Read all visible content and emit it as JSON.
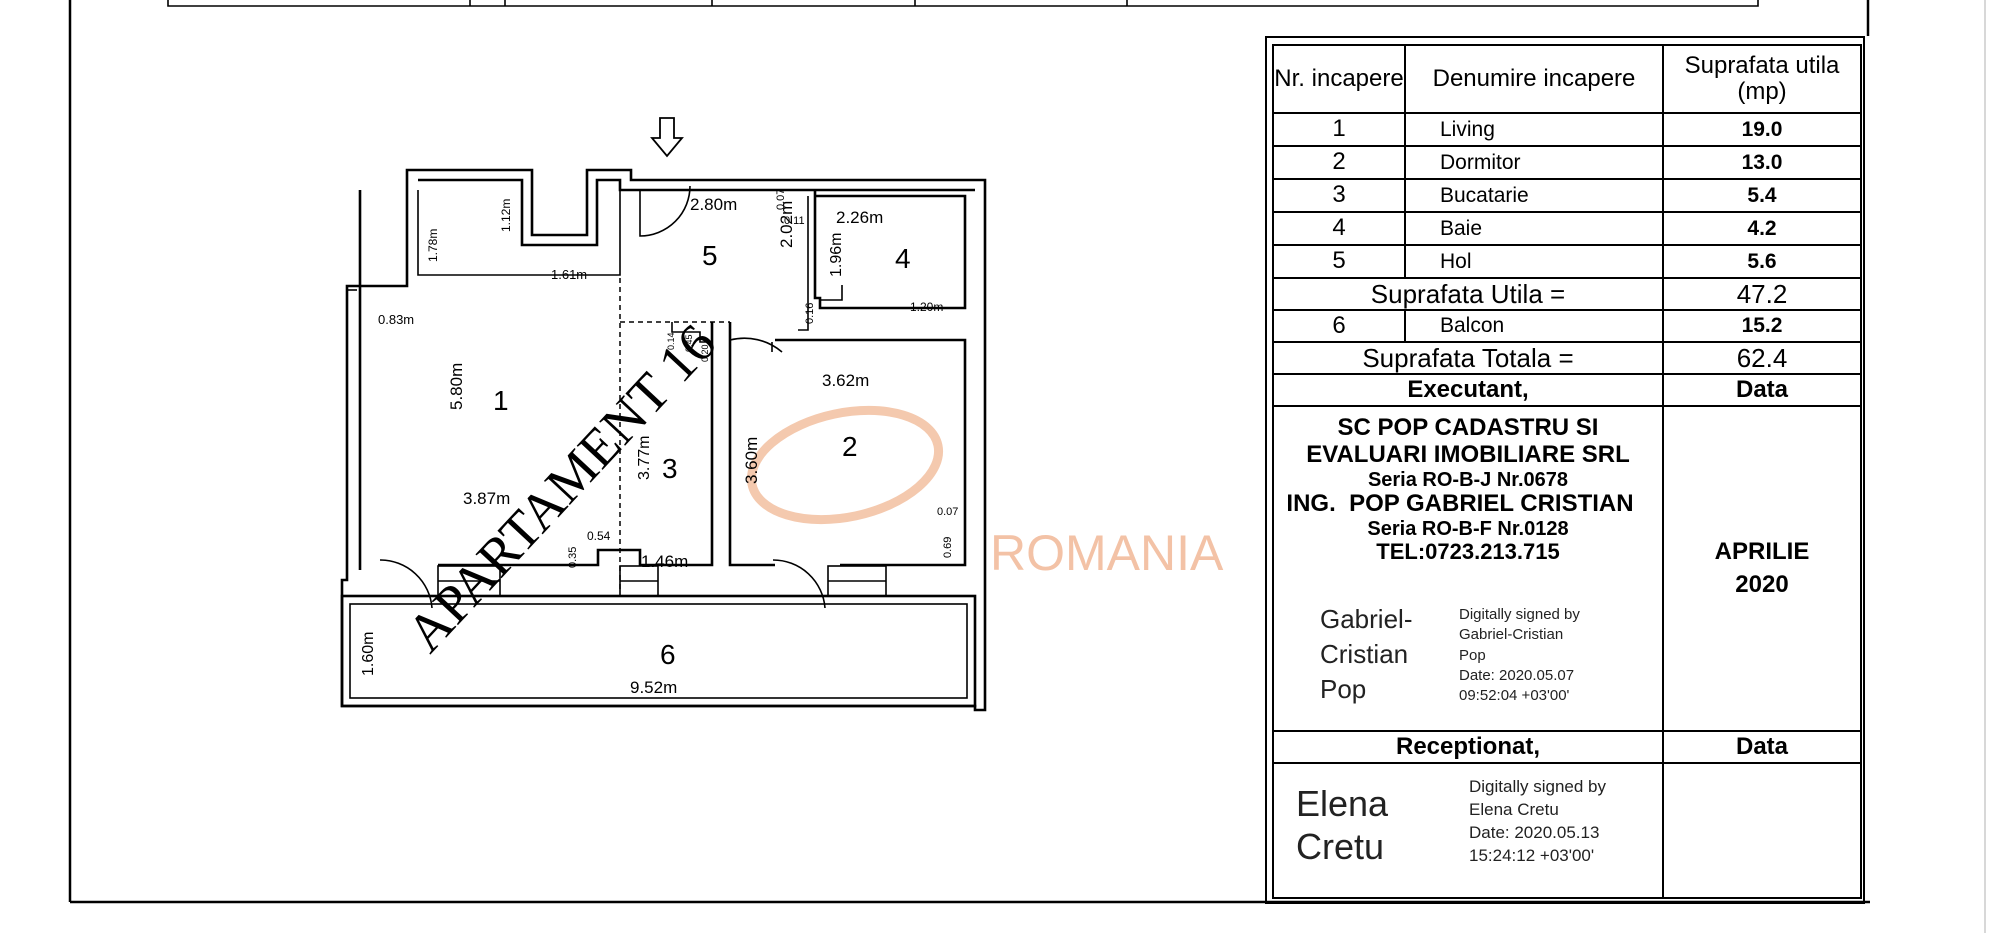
{
  "plan": {
    "apartment_label": "APARTAMENT 16",
    "watermark": "ROMANIA",
    "rooms": [
      {
        "id": "1"
      },
      {
        "id": "2"
      },
      {
        "id": "3"
      },
      {
        "id": "4"
      },
      {
        "id": "5"
      },
      {
        "id": "6"
      }
    ],
    "dimensions": [
      "5.80m",
      "3.87m",
      "1.78m",
      "1.12m",
      "1.61m",
      "0.83m",
      "2.80m",
      "2.02m",
      "0.07",
      "0.11",
      "2.26m",
      "1.96m",
      "0.16",
      "1.20m",
      "3.62m",
      "3.60m",
      "0.07",
      "0.69",
      "3.77m",
      "0.14",
      "0.45",
      "0.20",
      "0.35",
      "0.54",
      "1.46m",
      "1.60m",
      "9.52m"
    ]
  },
  "table": {
    "headers": [
      "Nr. incapere",
      "Denumire incapere",
      "Suprafata utila (mp)"
    ],
    "rows": [
      {
        "nr": "1",
        "name": "Living",
        "area": "19.0"
      },
      {
        "nr": "2",
        "name": "Dormitor",
        "area": "13.0"
      },
      {
        "nr": "3",
        "name": "Bucatarie",
        "area": "5.4"
      },
      {
        "nr": "4",
        "name": "Baie",
        "area": "4.2"
      },
      {
        "nr": "5",
        "name": "Hol",
        "area": "5.6"
      }
    ],
    "utila_label": "Suprafata Utila =",
    "utila_value": "47.2",
    "balcon": {
      "nr": "6",
      "name": "Balcon",
      "area": "15.2"
    },
    "totala_label": "Suprafata Totala =",
    "totala_value": "62.4",
    "executant_label": "Executant,",
    "data_label": "Data",
    "firm": [
      "SC POP CADASTRU SI",
      "EVALUARI IMOBILIARE SRL",
      "Seria RO-B-J Nr.0678",
      "ING.  POP GABRIEL CRISTIAN",
      "Seria RO-B-F Nr.0128",
      "TEL:0723.213.715"
    ],
    "sig1_name": [
      "Gabriel-",
      "Cristian",
      "Pop"
    ],
    "sig1_details": [
      "Digitally signed by",
      "Gabriel-Cristian",
      "Pop",
      "Date: 2020.05.07",
      "09:52:04 +03'00'"
    ],
    "date_value": [
      "APRILIE",
      "2020"
    ],
    "receptionat_label": "Receptionat,",
    "data_label2": "Data",
    "sig2_name": [
      "Elena",
      "Cretu"
    ],
    "sig2_details": [
      "Digitally signed by",
      "Elena Cretu",
      "Date: 2020.05.13",
      "15:24:12 +03'00'"
    ]
  }
}
